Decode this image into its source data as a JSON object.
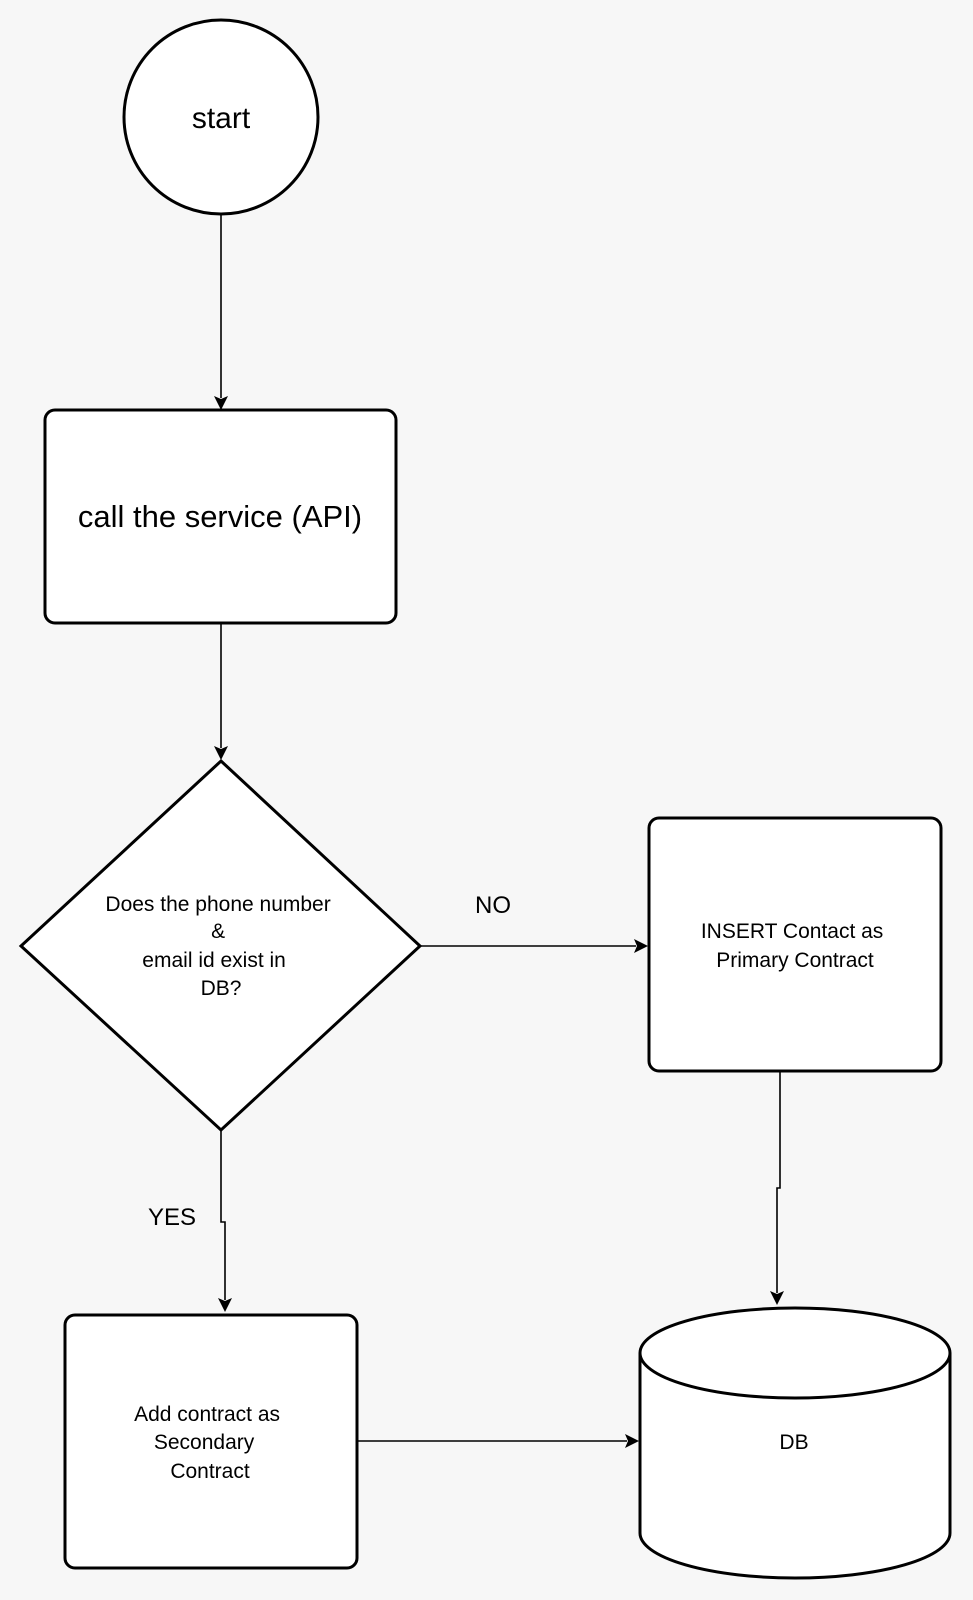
{
  "diagram": {
    "nodes": {
      "start": {
        "lines": [
          "start"
        ]
      },
      "call_service": {
        "lines": [
          "call the service (API)"
        ]
      },
      "decision": {
        "lines": [
          "Does the phone number",
          "&",
          "email id exist in",
          "DB?"
        ]
      },
      "insert_contact": {
        "lines": [
          "INSERT Contact as",
          "Primary Contract"
        ]
      },
      "add_contract": {
        "lines": [
          "Add contract as",
          "Secondary",
          " Contract"
        ]
      },
      "db": {
        "lines": [
          "DB"
        ]
      }
    },
    "edges": {
      "no_label": "NO",
      "yes_label": "YES"
    }
  }
}
